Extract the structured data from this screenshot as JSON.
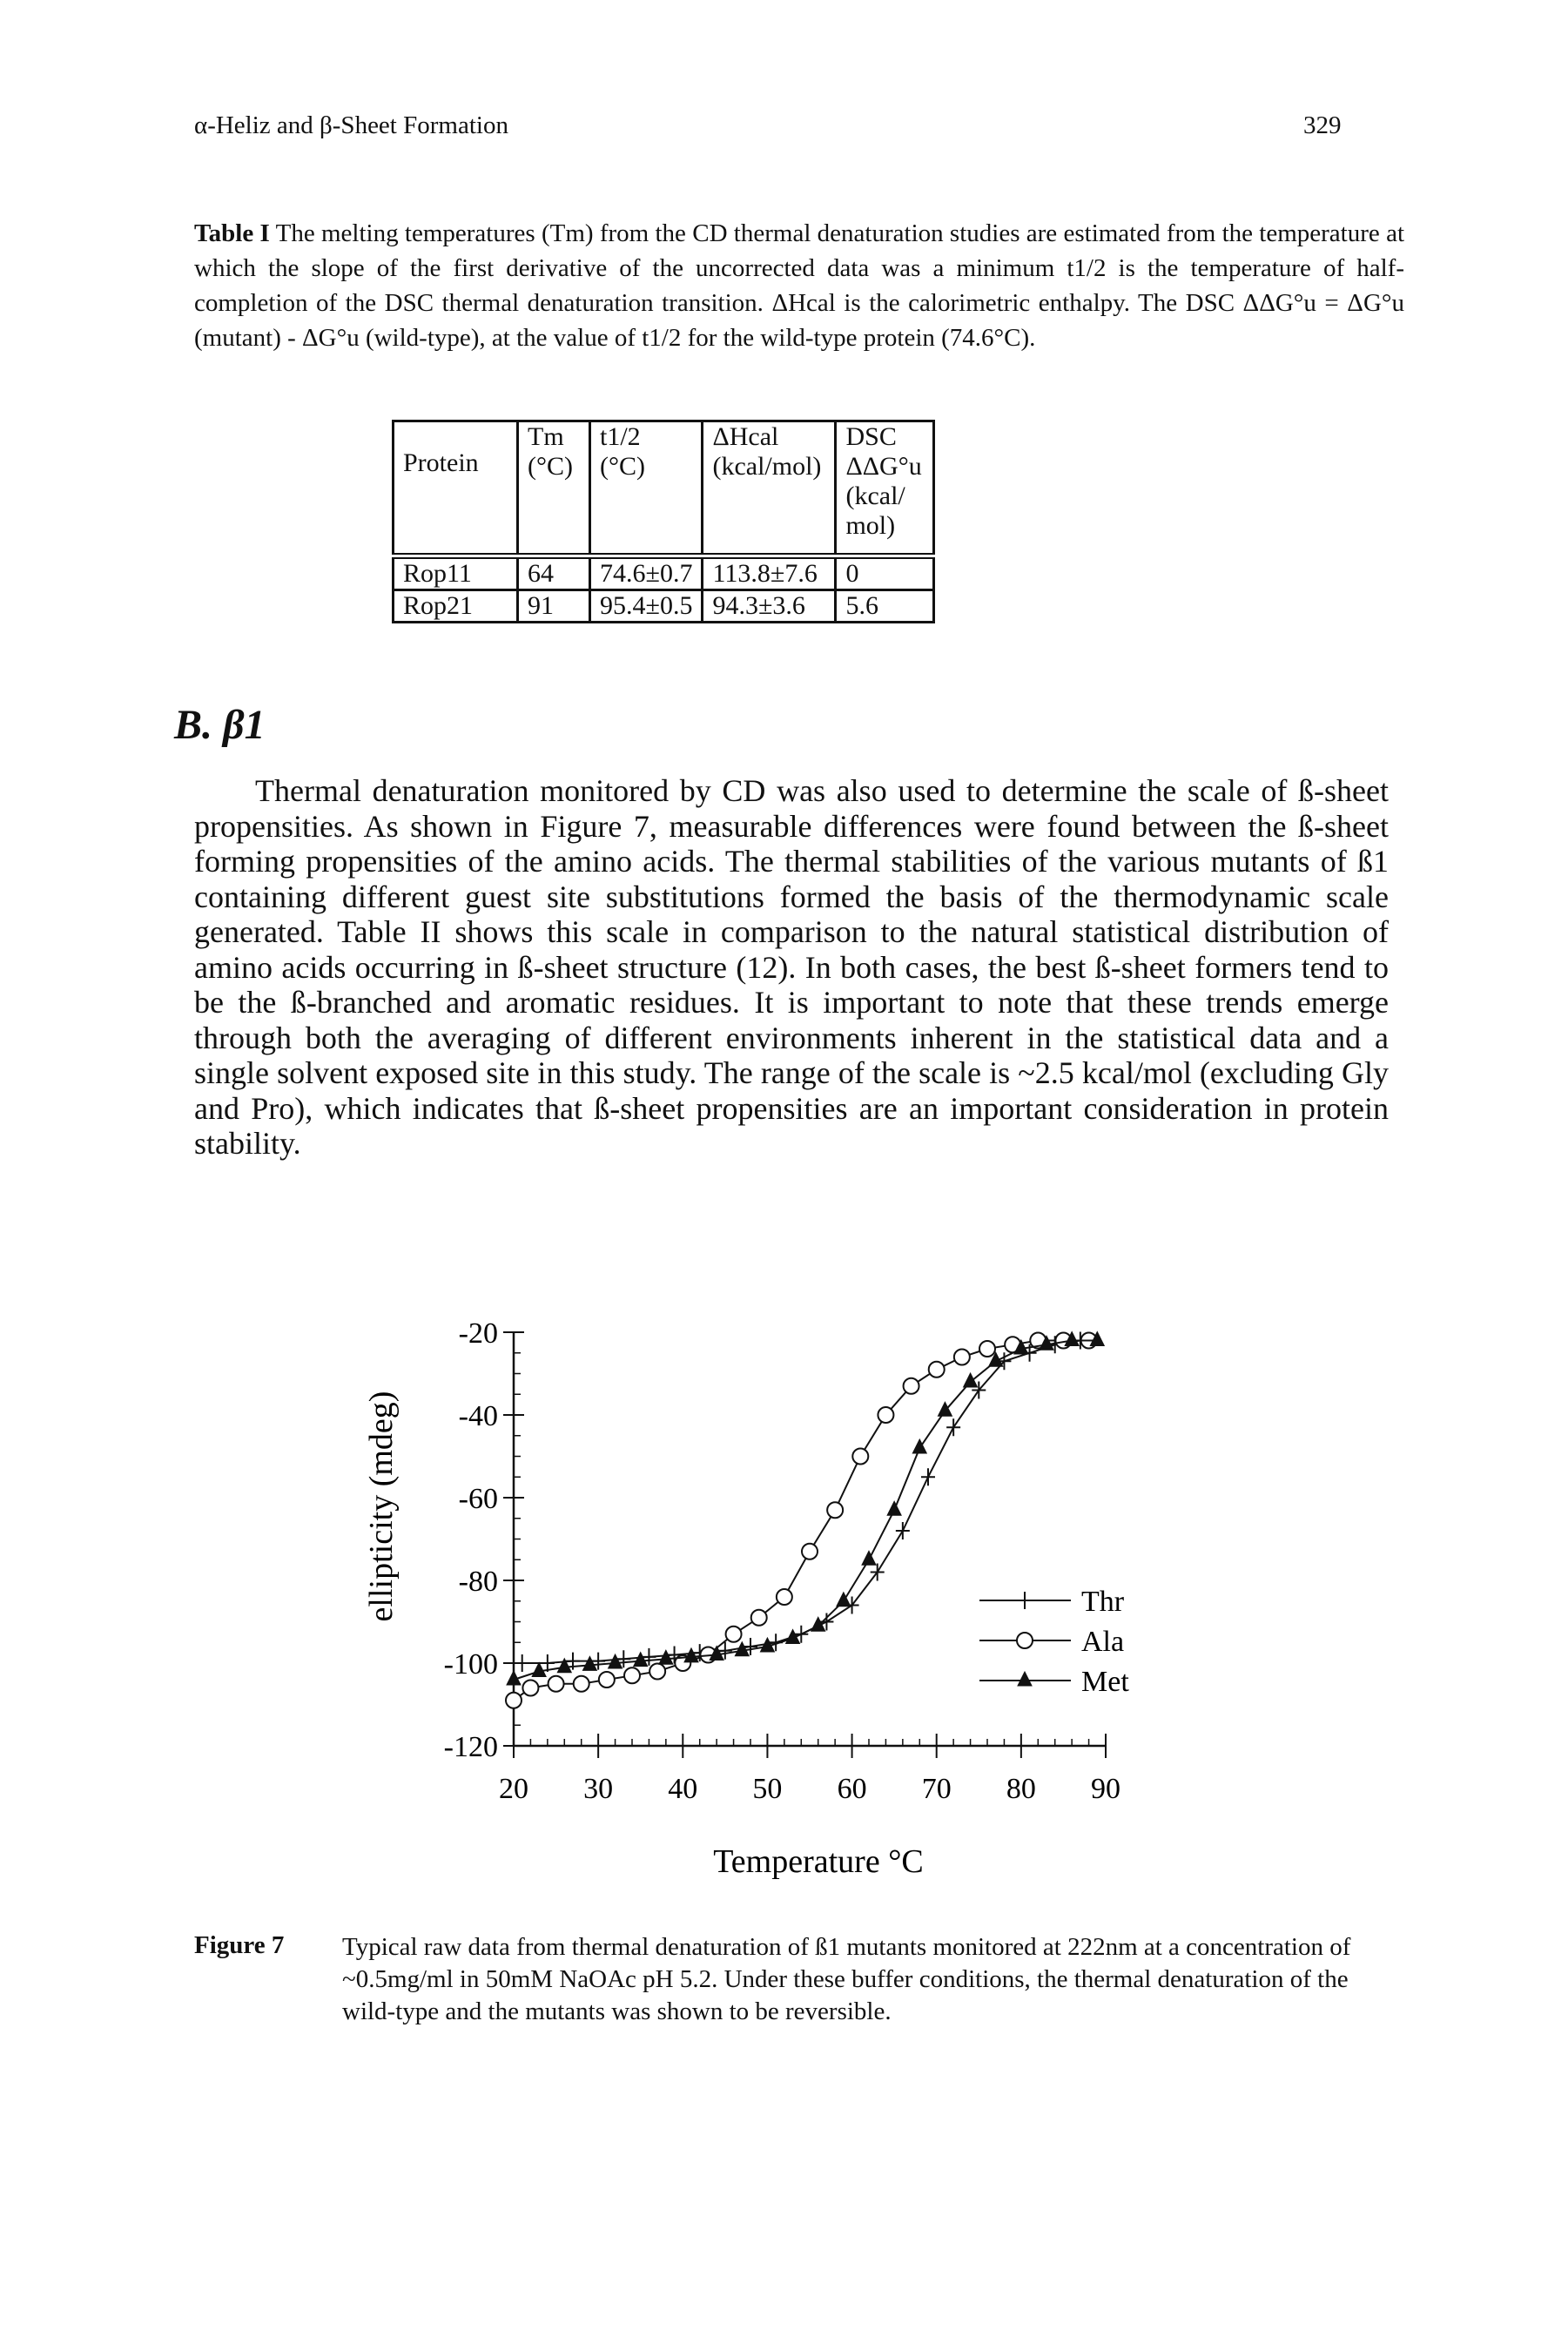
{
  "header": {
    "running_title": "α-Heliz and β-Sheet Formation",
    "page_number": "329"
  },
  "table": {
    "caption_label": "Table I",
    "caption_text": "The melting temperatures (Tm) from the CD thermal denaturation studies are estimated from the temperature at which the slope of the first derivative of the uncorrected data was a minimum t1/2 is the temperature of half-completion of the DSC thermal denaturation transition. ΔHcal is the calorimetric enthalpy. The DSC ΔΔG°u = ΔG°u (mutant) - ΔG°u (wild-type), at the value of t1/2 for the wild-type protein (74.6°C).",
    "headers": [
      "Protein",
      "Tm\n(°C)",
      "t1/2\n(°C)",
      "ΔHcal\n(kcal/mol)",
      "DSC\nΔΔG°u\n(kcal/\nmol)"
    ],
    "rows": [
      [
        "Rop11",
        "64",
        "74.6±0.7",
        "113.8±7.6",
        "0"
      ],
      [
        "Rop21",
        "91",
        "95.4±0.5",
        "94.3±3.6",
        "5.6"
      ]
    ]
  },
  "section": {
    "heading": "B. β1"
  },
  "body": {
    "paragraph": "Thermal denaturation monitored by CD was also used to determine the scale of ß-sheet propensities. As shown in Figure 7, measurable differences were found between the ß-sheet forming propensities of the amino acids. The thermal stabilities of the various mutants of ß1 containing different guest site substitutions formed the basis of the thermodynamic scale generated. Table II shows this scale in comparison to the natural statistical distribution of amino acids occurring in ß-sheet structure (12). In both cases, the best ß-sheet formers tend to be the ß-branched and aromatic residues. It is important to note that these trends emerge through both the averaging of different environments inherent in the statistical data and a single solvent exposed site in this study. The range of the scale is ~2.5 kcal/mol (excluding Gly and Pro), which indicates that ß-sheet propensities are an important consideration in protein stability."
  },
  "figure": {
    "caption_label": "Figure 7",
    "caption_text": "Typical raw data from thermal denaturation of ß1 mutants monitored at 222nm at a concentration of ~0.5mg/ml in 50mM NaOAc pH 5.2. Under these buffer conditions, the thermal denaturation of the wild-type and the mutants was shown to be reversible."
  },
  "chart_data": {
    "type": "line",
    "title": "",
    "xlabel": "Temperature °C",
    "ylabel": "ellipticity (mdeg)",
    "xlim": [
      20,
      90
    ],
    "ylim": [
      -120,
      -20
    ],
    "xticks": [
      "20",
      "30",
      "40",
      "50",
      "60",
      "70",
      "80",
      "90"
    ],
    "yticks": [
      "-20",
      "-40",
      "-60",
      "-80",
      "-100",
      "-120"
    ],
    "grid": false,
    "legend_position": "right",
    "series": [
      {
        "name": "Thr",
        "marker": "plus",
        "color": "#111111",
        "x": [
          21,
          24,
          27,
          30,
          33,
          36,
          39,
          42,
          45,
          48,
          51,
          54,
          57,
          60,
          63,
          66,
          69,
          72,
          75,
          78,
          81,
          84,
          87
        ],
        "y": [
          -100,
          -100,
          -99.5,
          -99.5,
          -99,
          -98.5,
          -98,
          -97.5,
          -97,
          -96,
          -95,
          -93,
          -90,
          -86,
          -78,
          -68,
          -55,
          -43,
          -34,
          -27,
          -25,
          -23,
          -22
        ]
      },
      {
        "name": "Ala",
        "marker": "circle",
        "color": "#111111",
        "x": [
          20,
          22,
          25,
          28,
          31,
          34,
          37,
          40,
          43,
          46,
          49,
          52,
          55,
          58,
          61,
          64,
          67,
          70,
          73,
          76,
          79,
          82,
          85,
          88
        ],
        "y": [
          -109,
          -106,
          -105,
          -105,
          -104,
          -103,
          -102,
          -100,
          -98,
          -93,
          -89,
          -84,
          -73,
          -63,
          -50,
          -40,
          -33,
          -29,
          -26,
          -24,
          -23,
          -22,
          -22,
          -22
        ]
      },
      {
        "name": "Met",
        "marker": "triangle",
        "color": "#111111",
        "x": [
          20,
          23,
          26,
          29,
          32,
          35,
          38,
          41,
          44,
          47,
          50,
          53,
          56,
          59,
          62,
          65,
          68,
          71,
          74,
          77,
          80,
          83,
          86,
          89
        ],
        "y": [
          -104,
          -102,
          -101,
          -100.5,
          -100,
          -99.5,
          -99,
          -98.5,
          -98,
          -97,
          -96,
          -94,
          -91,
          -85,
          -75,
          -63,
          -48,
          -39,
          -32,
          -27,
          -24,
          -23,
          -22,
          -22
        ]
      }
    ]
  }
}
